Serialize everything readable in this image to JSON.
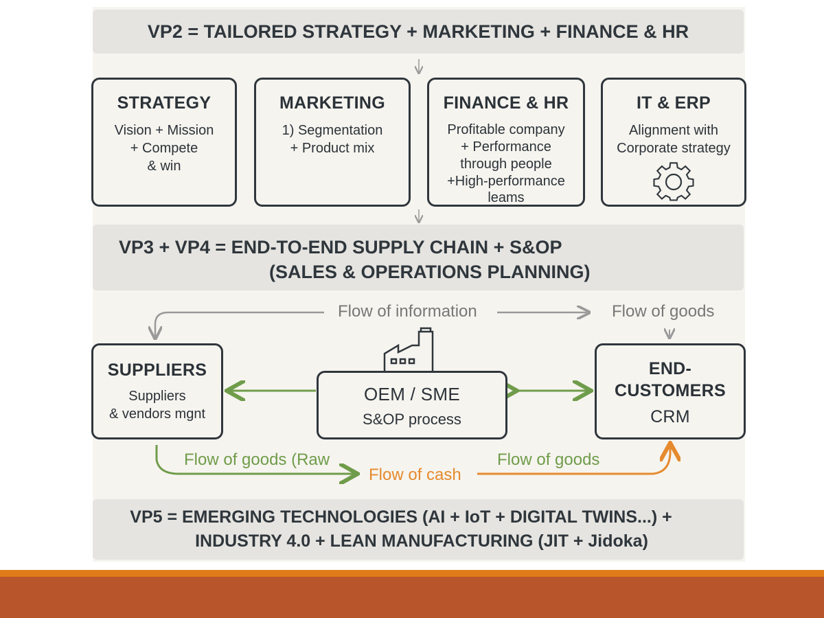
{
  "vp2_banner": "VP2 = TAILORED STRATEGY + MARKETING + FINANCE & HR",
  "pillars": [
    {
      "title": "STRATEGY",
      "lines": [
        "Vision + Mission",
        "+ Compete",
        "& win"
      ]
    },
    {
      "title": "MARKETING",
      "lines": [
        "1) Segmentation",
        "+ Product mix"
      ]
    },
    {
      "title": "FINANCE & HR",
      "lines": [
        "Profitable company",
        "+ Performance",
        "through people",
        "+High-performance",
        "leams"
      ]
    },
    {
      "title": "IT & ERP",
      "lines": [
        "Alignment with",
        "Corporate strategy"
      ],
      "icon": "gear-icon"
    }
  ],
  "vp34_banner": {
    "line1": "VP3 + VP4 = END-TO-END SUPPLY CHAIN + S&OP",
    "line2": "(SALES & OPERATIONS PLANNING)"
  },
  "flows": {
    "info": "Flow of information",
    "goods_top": "Flow of goods",
    "goods_raw": "Flow of goods (Raw",
    "cash": "Flow of cash",
    "goods_bottom": "Flow of goods"
  },
  "suppliers": {
    "title": "SUPPLIERS",
    "lines": [
      "Suppliers",
      "& vendors mgnt"
    ]
  },
  "oem": {
    "title": "OEM / SME",
    "subtitle": "S&OP process",
    "icon": "factory-icon"
  },
  "customers": {
    "title1": "END-",
    "title2": "CUSTOMERS",
    "subtitle": "CRM"
  },
  "vp5_banner": {
    "line1": "VP5 = EMERGING TECHNOLOGIES (AI + IoT + DIGITAL TWINS...) +",
    "line2": "INDUSTRY 4.0 + LEAN MANUFACTURING (JIT + Jidoka)"
  },
  "colors": {
    "green": "#6f9c4a",
    "orange": "#e58a2e",
    "gray": "#999999",
    "footer_stripe": "#e07b1a",
    "footer": "#b9552b"
  }
}
